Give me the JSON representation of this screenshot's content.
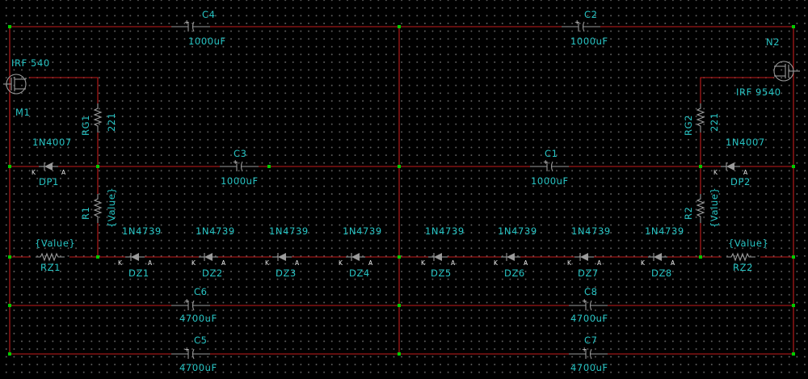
{
  "colors": {
    "background": "#000000",
    "wire": "#c51d1d",
    "component": "#9a9a9a",
    "label": "#27c5c5",
    "junction": "#00cc00",
    "pin_letters": "#e8e8e8"
  },
  "transistors": {
    "M1": {
      "ref": "M1",
      "type": "IRF 540"
    },
    "N2": {
      "ref": "N2",
      "type": "IRF 9540"
    }
  },
  "capacitors": {
    "C1": {
      "ref": "C1",
      "value": "1000uF"
    },
    "C2": {
      "ref": "C2",
      "value": "1000uF"
    },
    "C3": {
      "ref": "C3",
      "value": "1000uF"
    },
    "C4": {
      "ref": "C4",
      "value": "1000uF"
    },
    "C5": {
      "ref": "C5",
      "value": "4700uF"
    },
    "C6": {
      "ref": "C6",
      "value": "4700uF"
    },
    "C7": {
      "ref": "C7",
      "value": "4700uF"
    },
    "C8": {
      "ref": "C8",
      "value": "4700uF"
    }
  },
  "resistors": {
    "RG1": {
      "ref": "RG1",
      "value": "221"
    },
    "RG2": {
      "ref": "RG2",
      "value": "221"
    },
    "R1": {
      "ref": "R1",
      "value": "{Value}"
    },
    "R2": {
      "ref": "R2",
      "value": "{Value}"
    },
    "RZ1": {
      "ref": "RZ1",
      "value": "{Value}"
    },
    "RZ2": {
      "ref": "RZ2",
      "value": "{Value}"
    }
  },
  "diodes": {
    "DP1": {
      "ref": "DP1",
      "type": "1N4007"
    },
    "DP2": {
      "ref": "DP2",
      "type": "1N4007"
    },
    "DZ1": {
      "ref": "DZ1",
      "type": "1N4739"
    },
    "DZ2": {
      "ref": "DZ2",
      "type": "1N4739"
    },
    "DZ3": {
      "ref": "DZ3",
      "type": "1N4739"
    },
    "DZ4": {
      "ref": "DZ4",
      "type": "1N4739"
    },
    "DZ5": {
      "ref": "DZ5",
      "type": "1N4739"
    },
    "DZ6": {
      "ref": "DZ6",
      "type": "1N4739"
    },
    "DZ7": {
      "ref": "DZ7",
      "type": "1N4739"
    },
    "DZ8": {
      "ref": "DZ8",
      "type": "1N4739"
    }
  },
  "pins": {
    "cathode": "K",
    "anode": "A",
    "cap_plus": "+"
  }
}
